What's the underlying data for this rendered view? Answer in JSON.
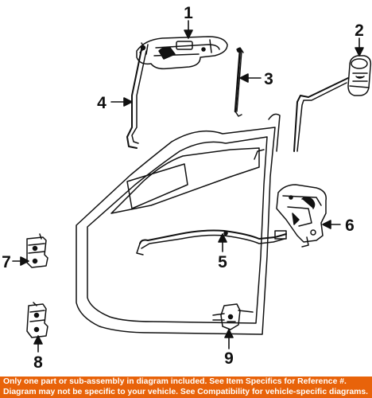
{
  "colors": {
    "line": "#111111",
    "footer_bg": "#e8630a",
    "footer_text": "#ffffff"
  },
  "callouts": {
    "c1": "1",
    "c2": "2",
    "c3": "3",
    "c4": "4",
    "c5": "5",
    "c6": "6",
    "c7": "7",
    "c8": "8",
    "c9": "9"
  },
  "footer": {
    "line1": "Only one part or sub-assembly in diagram included. See Item Specifics for Reference #.",
    "line2": "Diagram may not be specific to your vehicle. See Compatibility for vehicle-specific diagrams."
  }
}
